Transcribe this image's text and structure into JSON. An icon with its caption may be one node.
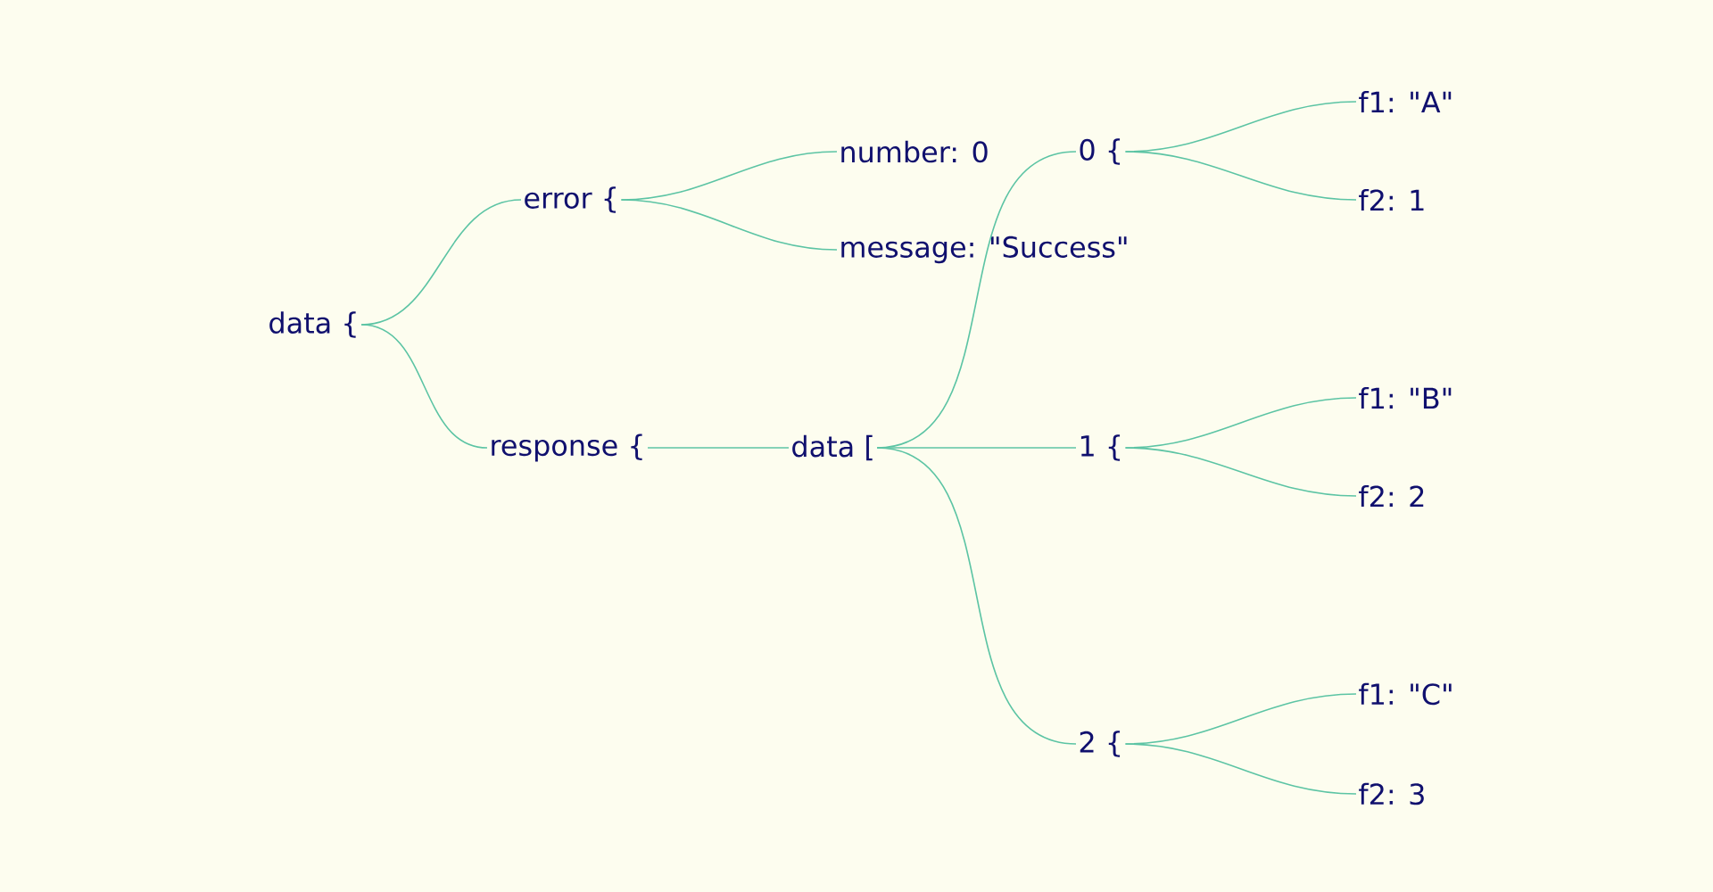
{
  "diagram": {
    "nodes": [
      {
        "text": [
          "data {"
        ]
      },
      {
        "text": [
          "error {"
        ]
      },
      {
        "text": [
          "number: 0"
        ]
      },
      {
        "text": [
          "message: \"Success\""
        ]
      },
      {
        "text": [
          "response {"
        ]
      },
      {
        "text": [
          "data ["
        ]
      },
      {
        "text": [
          "0 {"
        ]
      },
      {
        "text": [
          "f1: \"A\""
        ]
      },
      {
        "text": [
          "f2: 1"
        ]
      },
      {
        "text": [
          "1 {"
        ]
      },
      {
        "text": [
          "f1: \"B\""
        ]
      },
      {
        "text": [
          "f2: 2"
        ]
      },
      {
        "text": [
          "2 {"
        ]
      },
      {
        "text": [
          "f1: \"C\""
        ]
      },
      {
        "text": [
          "f2: 3"
        ]
      }
    ],
    "edges": [
      {
        "from": 0,
        "to": 1,
        "arrow": "none"
      },
      {
        "from": 1,
        "to": 2,
        "arrow": "none"
      },
      {
        "from": 1,
        "to": 3,
        "arrow": "none"
      },
      {
        "from": 0,
        "to": 4,
        "arrow": "none"
      },
      {
        "from": 4,
        "to": 5,
        "arrow": "none"
      },
      {
        "from": 5,
        "to": 6,
        "arrow": "none"
      },
      {
        "from": 6,
        "to": 7,
        "arrow": "none"
      },
      {
        "from": 6,
        "to": 8,
        "arrow": "none"
      },
      {
        "from": 5,
        "to": 9,
        "arrow": "none"
      },
      {
        "from": 9,
        "to": 10,
        "arrow": "none"
      },
      {
        "from": 9,
        "to": 11,
        "arrow": "none"
      },
      {
        "from": 5,
        "to": 12,
        "arrow": "none"
      },
      {
        "from": 12,
        "to": 13,
        "arrow": "none"
      },
      {
        "from": 12,
        "to": 14,
        "arrow": "none"
      }
    ]
  }
}
